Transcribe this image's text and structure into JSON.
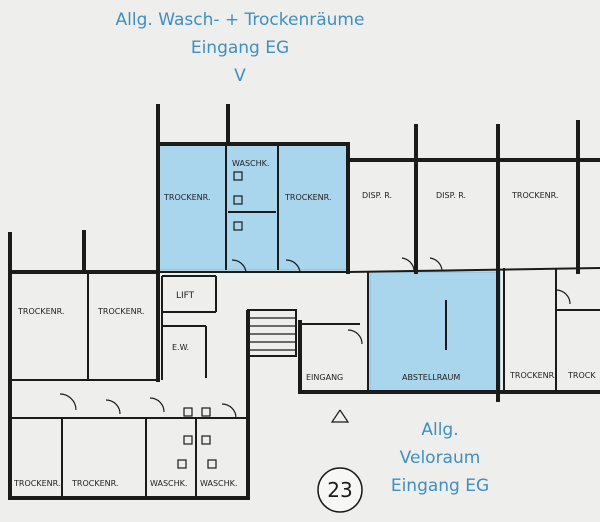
{
  "annotations": {
    "laundry": [
      "Allg. Wasch- + Trockenräume",
      "Eingang EG",
      "V"
    ],
    "bike": [
      "Allg.",
      "Veloraum",
      "Eingang EG"
    ]
  },
  "building_number": "23",
  "rooms": {
    "trockenr_top_1": "TROCKENR.",
    "waschk_top": "WASCHK.",
    "trockenr_top_2": "TROCKENR.",
    "disp_1": "DISP. R.",
    "disp_2": "DISP. R.",
    "trockenr_right_top": "TROCKENR.",
    "trockenr_left_1": "TROCKENR.",
    "trockenr_left_2": "TROCKENR.",
    "lift": "LIFT",
    "ew": "E.W.",
    "eingang": "EINGANG",
    "abstellraum": "ABSTELLRAUM",
    "trockenr_right_bottom": "TROCKENR.",
    "trock_right_edge": "TROCK",
    "trockenr_bottom_1": "TROCKENR.",
    "trockenr_bottom_2": "TROCKENR.",
    "waschk_bottom_1": "WASCHK.",
    "waschk_bottom_2": "WASCHK."
  },
  "colors": {
    "highlight": "#a9d6ec",
    "annotation_text": "#3f8fc3",
    "wall": "#1b1b1b"
  }
}
